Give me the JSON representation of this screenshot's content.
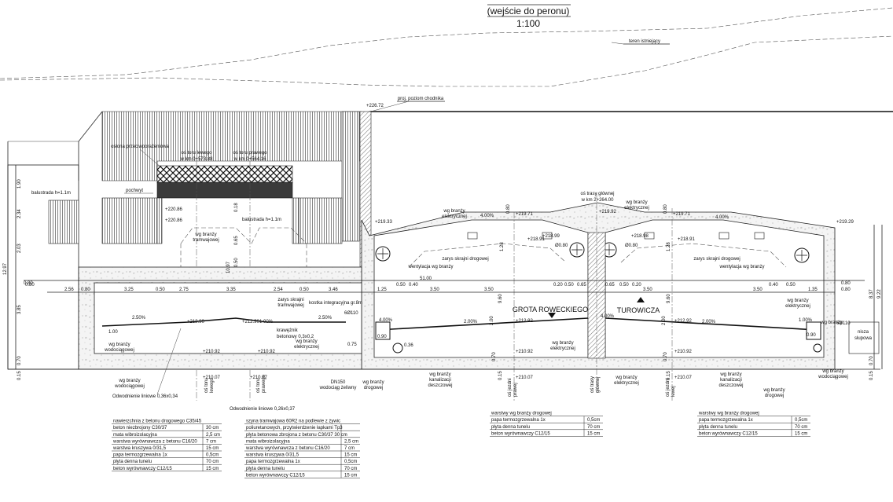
{
  "header": {
    "title": "(wejście do peronu)",
    "scale": "1:100"
  },
  "terrain": {
    "existing": "teren istniejący",
    "sidewalk": "proj. poziom chodnika",
    "sidewalk_level": "+226.72"
  },
  "labels": {
    "screen": "osłona przeciwporażeniowa",
    "track_left_axis_1": "oś toru lewego",
    "track_left_axis_2": "w km 0+573.88",
    "track_right_axis_1": "oś toru prawego",
    "track_right_axis_2": "w km 0+564.16",
    "handrail": "pochwyt",
    "balustrade_left": "balustrada h=1.1m",
    "balustrade_mid": "balustrada h=1.1m",
    "wg_tram_1": "wg branży",
    "wg_tram_2": "tramwajowej",
    "main_route_1": "oś trasy głównej",
    "main_route_2": "w km 2+264.00",
    "grota": "GROTA ROWECKIEGO",
    "turowicza": "TUROWICZA",
    "electric_1": "wg branży",
    "electric_2": "elektrycznej",
    "skrajnia_tram_1": "zarys skrajni",
    "skrajnia_tram_2": "tramwajowej",
    "kostka": "kostka integracyjna gr.8m",
    "skrajnia_road": "zarys skrajni drogowej",
    "ventilation": "wentylacja wg branży",
    "wg_water_1": "wg branży",
    "wg_water_2": "wodociągowej",
    "drain_1": "Odwodnienie liniowe 0,36x0,34",
    "drain_2": "Odwodnienie liniowe 0,26x0,37",
    "dn150_1": "DN150",
    "dn150_2": "wodociąg żeliwny",
    "road_1": "wg branży",
    "road_2": "drogowej",
    "sewer_1": "wg branży",
    "sewer_2": "kanalizacji",
    "sewer_3": "deszczowej",
    "niche_1": "nisza",
    "niche_2": "słupowa",
    "krawężnik_1": "krawężnik",
    "krawężnik_2": "betonowy 0,3x0,2",
    "axis_right_1": "oś jezdni",
    "axis_right_2": "prawej",
    "axis_left_1": "oś jezdni",
    "axis_left_2": "lewej",
    "axis_trasy_1": "oś trasy",
    "axis_trasy_2": "głównej",
    "axis_tor_1": "oś toru",
    "axis_tor_2": "lewego",
    "axis_tor_3": "oś toru",
    "axis_tor_4": "prawego"
  },
  "elevations": {
    "e1": "+220.86",
    "e2": "+220.86",
    "e3": "+219.33",
    "e4": "+219.92",
    "e5": "+219.71",
    "e6": "+219.71",
    "e7": "+219.29",
    "e8": "+218.91",
    "e9": "+218.99",
    "e10": "+218.98",
    "e11": "+218.91",
    "e12": "+212.90",
    "e13": "+212.90",
    "e14": "+212.92",
    "e15": "+212.92",
    "e16": "+210.92",
    "e17": "+210.92",
    "e18": "+210.92",
    "e19": "+210.92",
    "e20": "+210.07",
    "e21": "+210.07",
    "e22": "+210.07",
    "e23": "+210.07"
  },
  "dimensions": {
    "left_vert": [
      "1.90",
      "2.34",
      "2.03",
      "12.97",
      "0.80",
      "3.85",
      "0.70",
      "0.15"
    ],
    "right_vert": [
      "8.37",
      "9.22",
      "0.80",
      "0.70",
      "0.15"
    ],
    "horiz_top": [
      "2.56",
      "0.80",
      "3.25",
      "0.50",
      "2.75",
      "3.35",
      "2.54",
      "0.50",
      "3.46"
    ],
    "horiz_mid": [
      "0.80",
      "1.25",
      "0.50",
      "0.40",
      "3.50",
      "3.50",
      "0.20",
      "0.50",
      "0.65",
      "0.65",
      "0.50",
      "0.20",
      "3.50",
      "3.50",
      "0.40",
      "0.50",
      "1.35",
      "0.80"
    ],
    "overall": "51.00",
    "slopes": [
      "2.50%",
      "2.50%",
      "4.00%",
      "4.00%",
      "2.00%",
      "2.00%",
      "4.00%",
      "4.00%",
      "1.00%",
      "1.00%",
      "4.00%"
    ],
    "diameter_1": "Ø0.80",
    "diameter_2": "Ø0.80",
    "bar": "6Ø110",
    "misc": [
      "1.00",
      "0.65",
      "0.18",
      "0.50",
      "0.90",
      "0.36",
      "0.75",
      "1.28",
      "1.28",
      "9.60",
      "9.60",
      "2.00",
      "2.00",
      "0.70",
      "0.70",
      "0.15",
      "0.15",
      "0.80",
      "0.80",
      "10.97"
    ]
  },
  "layer_tables": [
    {
      "rows": [
        [
          "nawierzchnia z betonu drogowego C35/45",
          ""
        ],
        [
          "beton niezbrojony C30/37",
          "30 cm"
        ],
        [
          "mata wibroizolacyjna",
          "2,5 cm"
        ],
        [
          "warstwa wyrównawcza z betonu C16/20",
          "7 cm"
        ],
        [
          "warstwa kruszywa 0/31,5",
          "15 cm"
        ],
        [
          "papa termozgrzewalna 1x",
          "0,5cm"
        ],
        [
          "płyta denna tunelu",
          "70 cm"
        ],
        [
          "beton wyrównawczy C12/15",
          "15 cm"
        ]
      ]
    },
    {
      "rows": [
        [
          "szyna tramwajowa 60R2 na podlewie z żywic",
          ""
        ],
        [
          "poliuretanowych, przytwierdzenie łapkami Tp3",
          ""
        ],
        [
          "płyta betonowa zbrojona z betonu C30/37 30 cm",
          ""
        ],
        [
          "mata wibroizolacyjna",
          "2,5 cm"
        ],
        [
          "warstwa wyrównawcza z betonu C16/20",
          "7 cm"
        ],
        [
          "warstwa kruszywa 0/31,5",
          "15 cm"
        ],
        [
          "papa termozgrzewalna 1x",
          "0,5cm"
        ],
        [
          "płyta denna tunelu",
          "70 cm"
        ],
        [
          "beton wyrównawczy C12/15",
          "15 cm"
        ]
      ]
    },
    {
      "rows": [
        [
          "warstwy wg branży drogowej",
          ""
        ],
        [
          "papa termozgrzewalna 1x",
          "0,5cm"
        ],
        [
          "płyta denna tunelu",
          "70 cm"
        ],
        [
          "beton wyrównawczy C12/15",
          "15 cm"
        ]
      ]
    },
    {
      "rows": [
        [
          "warstwy wg branży drogowej",
          ""
        ],
        [
          "papa termozgrzewalna 1x",
          "0,5cm"
        ],
        [
          "płyta denna tunelu",
          "70 cm"
        ],
        [
          "beton wyrównawczy C12/15",
          "15 cm"
        ]
      ]
    }
  ]
}
